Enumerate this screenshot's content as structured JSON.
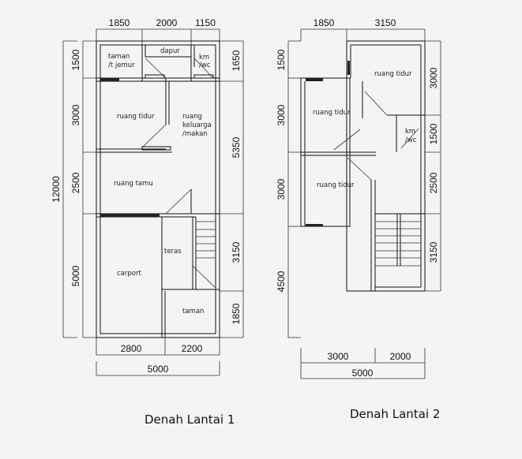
{
  "plans": [
    {
      "title": "Denah Lantai 1",
      "top_dims": [
        "1850",
        "2000",
        "1150"
      ],
      "left_dims": [
        "1500",
        "3000",
        "2500",
        "5000"
      ],
      "left_total": "12000",
      "right_dims": [
        "1650",
        "5350",
        "3150",
        "1850"
      ],
      "bottom_dims": [
        "2800",
        "2200"
      ],
      "bottom_total": "5000",
      "rooms": {
        "taman_jemur_1": "taman",
        "taman_jemur_2": "/t jemur",
        "dapur": "dapur",
        "kmwc_1": "km",
        "kmwc_2": "/wc",
        "ruang_tidur": "ruang tidur",
        "keluarga_1": "ruang",
        "keluarga_2": "keluarga",
        "keluarga_3": "/makan",
        "ruang_tamu": "ruang tamu",
        "teras": "teras",
        "carport": "carport",
        "taman": "taman"
      }
    },
    {
      "title": "Denah Lantai 2",
      "top_dims": [
        "1850",
        "3150"
      ],
      "left_dims": [
        "1500",
        "3000",
        "3000",
        "4500"
      ],
      "right_dims": [
        "3000",
        "1500",
        "2500",
        "3150"
      ],
      "bottom_dims": [
        "3000",
        "2000"
      ],
      "bottom_total": "5000",
      "rooms": {
        "ruang_tidur_a": "ruang tidur",
        "ruang_tidur_b": "ruang tidur",
        "ruang_tidur_c": "ruang tidur",
        "kmwc_1": "km",
        "kmwc_2": "/wc"
      }
    }
  ]
}
